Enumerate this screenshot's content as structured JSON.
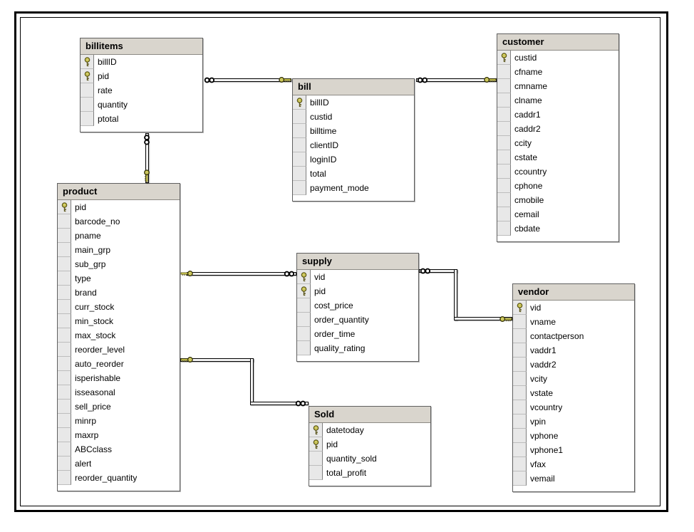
{
  "diagram": {
    "type": "database-relationship-diagram",
    "colors": {
      "background": "#ffffff",
      "frame": "#000000",
      "table_header_bg": "#d9d5cd",
      "table_border": "#5f5f5f",
      "row_selector_bg": "#e8e8e8",
      "key_fill": "#efe95e",
      "key_outline": "#5b561c",
      "connector_outline": "#000000"
    },
    "icons": {
      "primary_key": "key-icon",
      "one_end": "key-icon",
      "many_end": "infinity-icon"
    },
    "tables": [
      {
        "id": "billitems",
        "name": "billitems",
        "fields": [
          {
            "name": "billID",
            "pk": true
          },
          {
            "name": "pid",
            "pk": true
          },
          {
            "name": "rate",
            "pk": false
          },
          {
            "name": "quantity",
            "pk": false
          },
          {
            "name": "ptotal",
            "pk": false
          }
        ]
      },
      {
        "id": "bill",
        "name": "bill",
        "fields": [
          {
            "name": "billID",
            "pk": true
          },
          {
            "name": "custid",
            "pk": false
          },
          {
            "name": "billtime",
            "pk": false
          },
          {
            "name": "clientID",
            "pk": false
          },
          {
            "name": "loginID",
            "pk": false
          },
          {
            "name": "total",
            "pk": false
          },
          {
            "name": "payment_mode",
            "pk": false
          }
        ]
      },
      {
        "id": "customer",
        "name": "customer",
        "fields": [
          {
            "name": "custid",
            "pk": true
          },
          {
            "name": "cfname",
            "pk": false
          },
          {
            "name": "cmname",
            "pk": false
          },
          {
            "name": "clname",
            "pk": false
          },
          {
            "name": "caddr1",
            "pk": false
          },
          {
            "name": "caddr2",
            "pk": false
          },
          {
            "name": "ccity",
            "pk": false
          },
          {
            "name": "cstate",
            "pk": false
          },
          {
            "name": "ccountry",
            "pk": false
          },
          {
            "name": "cphone",
            "pk": false
          },
          {
            "name": "cmobile",
            "pk": false
          },
          {
            "name": "cemail",
            "pk": false
          },
          {
            "name": "cbdate",
            "pk": false
          }
        ]
      },
      {
        "id": "product",
        "name": "product",
        "fields": [
          {
            "name": "pid",
            "pk": true
          },
          {
            "name": "barcode_no",
            "pk": false
          },
          {
            "name": "pname",
            "pk": false
          },
          {
            "name": "main_grp",
            "pk": false
          },
          {
            "name": "sub_grp",
            "pk": false
          },
          {
            "name": "type",
            "pk": false
          },
          {
            "name": "brand",
            "pk": false
          },
          {
            "name": "curr_stock",
            "pk": false
          },
          {
            "name": "min_stock",
            "pk": false
          },
          {
            "name": "max_stock",
            "pk": false
          },
          {
            "name": "reorder_level",
            "pk": false
          },
          {
            "name": "auto_reorder",
            "pk": false
          },
          {
            "name": "isperishable",
            "pk": false
          },
          {
            "name": "isseasonal",
            "pk": false
          },
          {
            "name": "sell_price",
            "pk": false
          },
          {
            "name": "minrp",
            "pk": false
          },
          {
            "name": "maxrp",
            "pk": false
          },
          {
            "name": "ABCclass",
            "pk": false
          },
          {
            "name": "alert",
            "pk": false
          },
          {
            "name": "reorder_quantity",
            "pk": false
          }
        ]
      },
      {
        "id": "supply",
        "name": "supply",
        "fields": [
          {
            "name": "vid",
            "pk": true
          },
          {
            "name": "pid",
            "pk": true
          },
          {
            "name": "cost_price",
            "pk": false
          },
          {
            "name": "order_quantity",
            "pk": false
          },
          {
            "name": "order_time",
            "pk": false
          },
          {
            "name": "quality_rating",
            "pk": false
          }
        ]
      },
      {
        "id": "vendor",
        "name": "vendor",
        "fields": [
          {
            "name": "vid",
            "pk": true
          },
          {
            "name": "vname",
            "pk": false
          },
          {
            "name": "contactperson",
            "pk": false
          },
          {
            "name": "vaddr1",
            "pk": false
          },
          {
            "name": "vaddr2",
            "pk": false
          },
          {
            "name": "vcity",
            "pk": false
          },
          {
            "name": "vstate",
            "pk": false
          },
          {
            "name": "vcountry",
            "pk": false
          },
          {
            "name": "vpin",
            "pk": false
          },
          {
            "name": "vphone",
            "pk": false
          },
          {
            "name": "vphone1",
            "pk": false
          },
          {
            "name": "vfax",
            "pk": false
          },
          {
            "name": "vemail",
            "pk": false
          }
        ]
      },
      {
        "id": "sold",
        "name": "Sold",
        "fields": [
          {
            "name": "datetoday",
            "pk": true
          },
          {
            "name": "pid",
            "pk": true
          },
          {
            "name": "quantity_sold",
            "pk": false
          },
          {
            "name": "total_profit",
            "pk": false
          }
        ]
      }
    ],
    "relationships": [
      {
        "id": "bill-billitems",
        "one_side": "bill",
        "many_side": "billitems"
      },
      {
        "id": "customer-bill",
        "one_side": "customer",
        "many_side": "bill"
      },
      {
        "id": "product-billitems",
        "one_side": "product",
        "many_side": "billitems"
      },
      {
        "id": "product-supply",
        "one_side": "product",
        "many_side": "supply"
      },
      {
        "id": "vendor-supply",
        "one_side": "vendor",
        "many_side": "supply"
      },
      {
        "id": "product-sold",
        "one_side": "product",
        "many_side": "sold"
      }
    ]
  }
}
